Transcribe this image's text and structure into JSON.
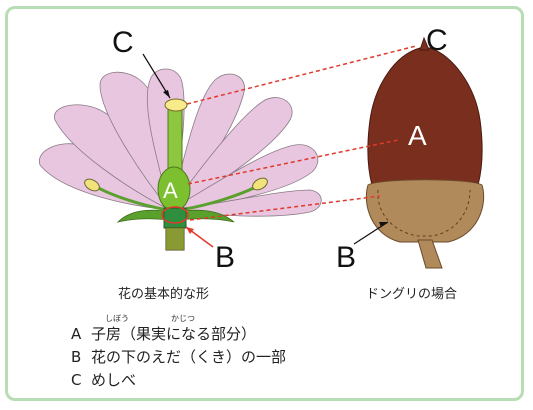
{
  "labels": {
    "flower_c": "C",
    "flower_a": "A",
    "flower_b": "B",
    "acorn_c": "C",
    "acorn_a": "A",
    "acorn_b": "B"
  },
  "captions": {
    "flower": "花の基本的な形",
    "acorn": "ドングリの場合"
  },
  "legend": {
    "ruby": {
      "shibou": "しぼう",
      "kajitsu": "かじつ"
    },
    "items": [
      {
        "key": "A",
        "text": "子房（果実になる部分）"
      },
      {
        "key": "B",
        "text": "花の下のえだ（くき）の一部"
      },
      {
        "key": "C",
        "text": "めしべ"
      }
    ]
  },
  "colors": {
    "frame_border": "#b8dcb4",
    "petal_fill": "#e8c6df",
    "stem_green": "#8dc63f",
    "ovary_green": "#7cbf2f",
    "receptacle_green": "#2f8f3f",
    "acorn_nut": "#7a2e1e",
    "acorn_cup": "#b08a5a",
    "connector_red": "#e03a2a",
    "pointer_red": "#e03a2a"
  }
}
